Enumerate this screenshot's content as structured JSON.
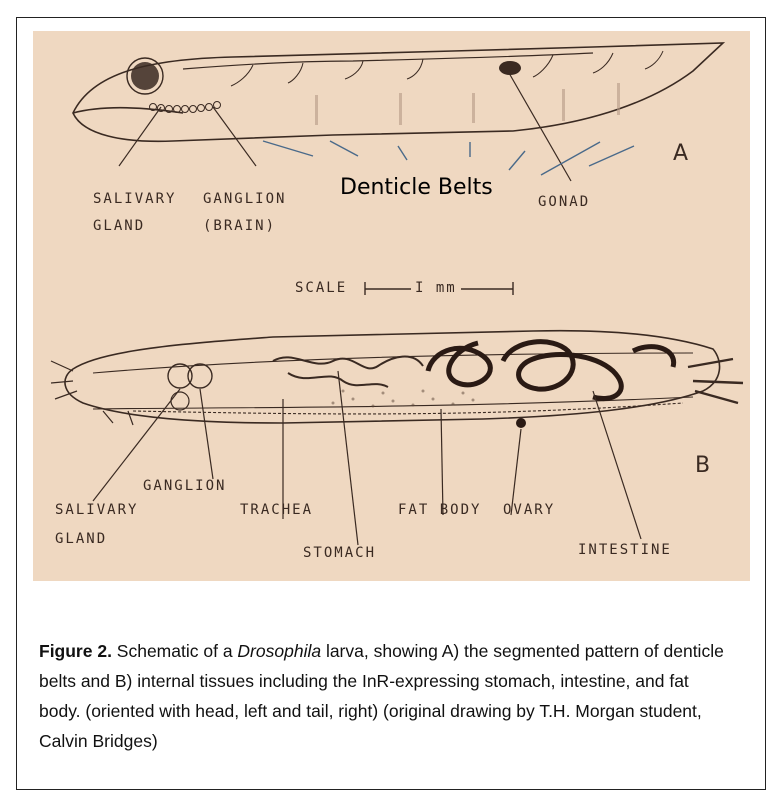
{
  "panel_a": {
    "letter": "A",
    "labels": {
      "salivary_line1": "SALIVARY",
      "salivary_line2": "GLAND",
      "ganglion_line1": "GANGLION",
      "ganglion_line2": "(BRAIN)",
      "denticle_belts": "Denticle Belts",
      "gonad": "GONAD"
    }
  },
  "scale": {
    "label": "SCALE",
    "value": "I mm"
  },
  "panel_b": {
    "letter": "B",
    "labels": {
      "ganglion": "GANGLION",
      "salivary_line1": "SALIVARY",
      "salivary_line2": "GLAND",
      "trachea": "TRACHEA",
      "stomach": "STOMACH",
      "fat_body": "FAT BODY",
      "ovary": "OVARY",
      "intestine": "INTESTINE"
    }
  },
  "caption": {
    "figure_label": "Figure 2.",
    "part1": "  Schematic of a ",
    "italic_word": "Drosophila",
    "part2": " larva, showing A) the segmented pattern of denticle belts and B) internal tissues including the InR-expressing stomach, intestine, and fat body.  (oriented with head, left and tail, right) (original drawing by T.H. Morgan student, Calvin Bridges)"
  },
  "colors": {
    "photo_background": "#efd8c1",
    "ink": "#3a2a22",
    "caption_text": "#111111"
  }
}
